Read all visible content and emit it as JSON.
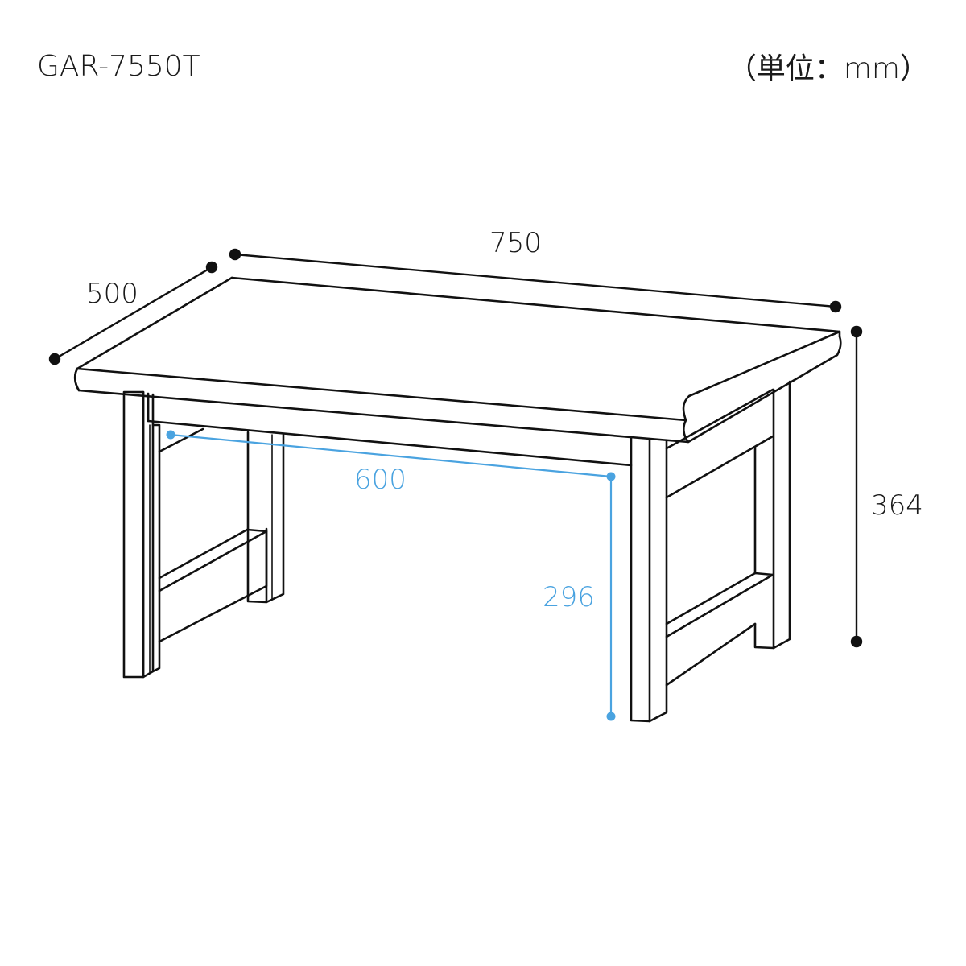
{
  "header": {
    "model": "GAR-7550T",
    "unit": "（単位：mm）"
  },
  "dimensions": {
    "width": "750",
    "depth": "500",
    "height": "364",
    "inner_width": "600",
    "inner_height": "296"
  },
  "colors": {
    "line": "#111111",
    "dimension_black": "#111111",
    "dimension_blue": "#4aa3e0",
    "background": "#ffffff"
  }
}
